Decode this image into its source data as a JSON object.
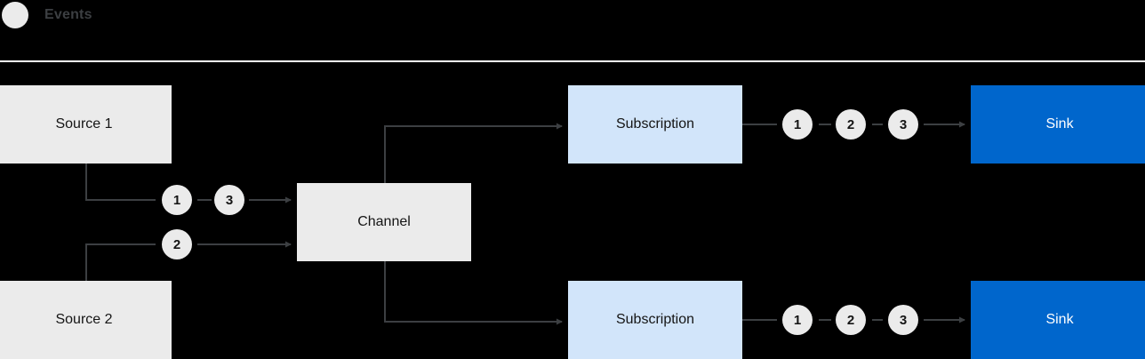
{
  "legend": {
    "icon": "event-dot-icon",
    "label": "Events"
  },
  "nodes": {
    "source1": {
      "label": "Source 1"
    },
    "source2": {
      "label": "Source 2"
    },
    "channel": {
      "label": "Channel"
    },
    "subscription1": {
      "label": "Subscription"
    },
    "subscription2": {
      "label": "Subscription"
    },
    "sink1": {
      "label": "Sink"
    },
    "sink2": {
      "label": "Sink"
    }
  },
  "badges": {
    "source1_out": "1",
    "source1_extra": "3",
    "source2_out": "2",
    "sub1": [
      "1",
      "2",
      "3"
    ],
    "sub2": [
      "1",
      "2",
      "3"
    ]
  },
  "colors": {
    "background": "#000000",
    "grey_box": "#ebebeb",
    "light_blue_box": "#d2e5fa",
    "blue_box": "#0066cc",
    "text_dark": "#151515",
    "text_light": "#ffffff",
    "arrow": "#3c3f42",
    "divider": "#ffffff"
  }
}
